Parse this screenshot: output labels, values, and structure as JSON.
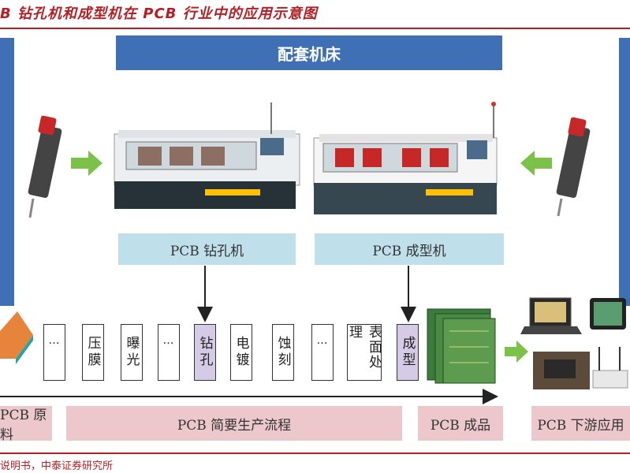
{
  "title": "B 钻孔机和成型机在 PCB 行业中的应用示意图",
  "top_bar": "配套机床",
  "machines": {
    "drill_label": "PCB 钻孔机",
    "router_label": "PCB 成型机"
  },
  "process_steps": [
    {
      "text": "…"
    },
    {
      "text": "压膜"
    },
    {
      "text": "曝光"
    },
    {
      "text": "…"
    },
    {
      "text": "钻孔"
    },
    {
      "text": "电镀"
    },
    {
      "text": "蚀刻"
    },
    {
      "text": "…"
    },
    {
      "text": "表面处理"
    },
    {
      "text": "成型"
    }
  ],
  "stages": {
    "raw": "PCB 原料",
    "process": "PCB 简要生产流程",
    "finished": "PCB 成品",
    "downstream": "PCB 下游应用"
  },
  "footer": "说明书，中泰证券研究所",
  "colors": {
    "accent_red": "#b21f24",
    "bar_blue": "#3f6fb5",
    "label_blue": "#bfdfea",
    "stage_pink": "#ecc7cb",
    "highlight_purple": "#d6cbe6",
    "arrow_green": "#7cc14a"
  }
}
